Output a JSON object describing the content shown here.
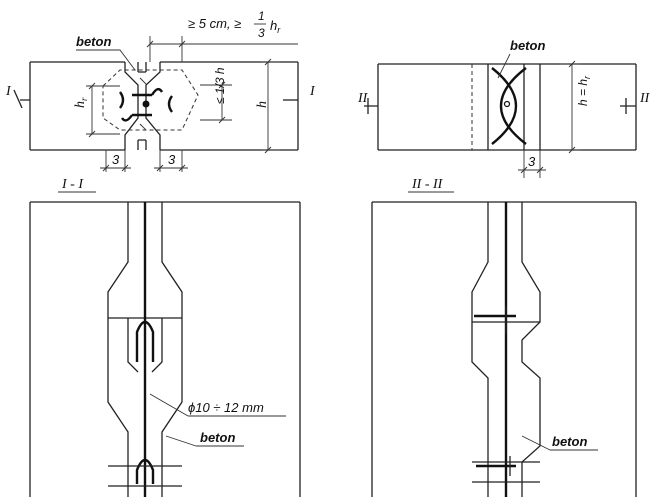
{
  "top_left": {
    "beton_label": "beton",
    "spacing_label": "≥ 5 cm, ≥",
    "frac_num": "1",
    "frac_den": "3",
    "hr_suffix": "h",
    "hr_sub": "r",
    "hr_label": "h",
    "hr_label_sub": "r",
    "h_label": "h",
    "dim_3_left": "3",
    "dim_3_right": "3",
    "vert_frac": "≤ 1/3 h",
    "section_mark_left": "I",
    "section_mark_right": "I"
  },
  "top_right": {
    "beton_label": "beton",
    "h_eq_label": "h = h",
    "h_eq_sub": "r",
    "dim_3": "3",
    "section_mark_left": "II",
    "section_mark_right": "II"
  },
  "bottom_left": {
    "section_title": "I - I",
    "rebar_label": "ϕ10 ÷ 12 mm",
    "beton_label": "beton"
  },
  "bottom_right": {
    "section_title": "II - II",
    "beton_label": "beton"
  }
}
